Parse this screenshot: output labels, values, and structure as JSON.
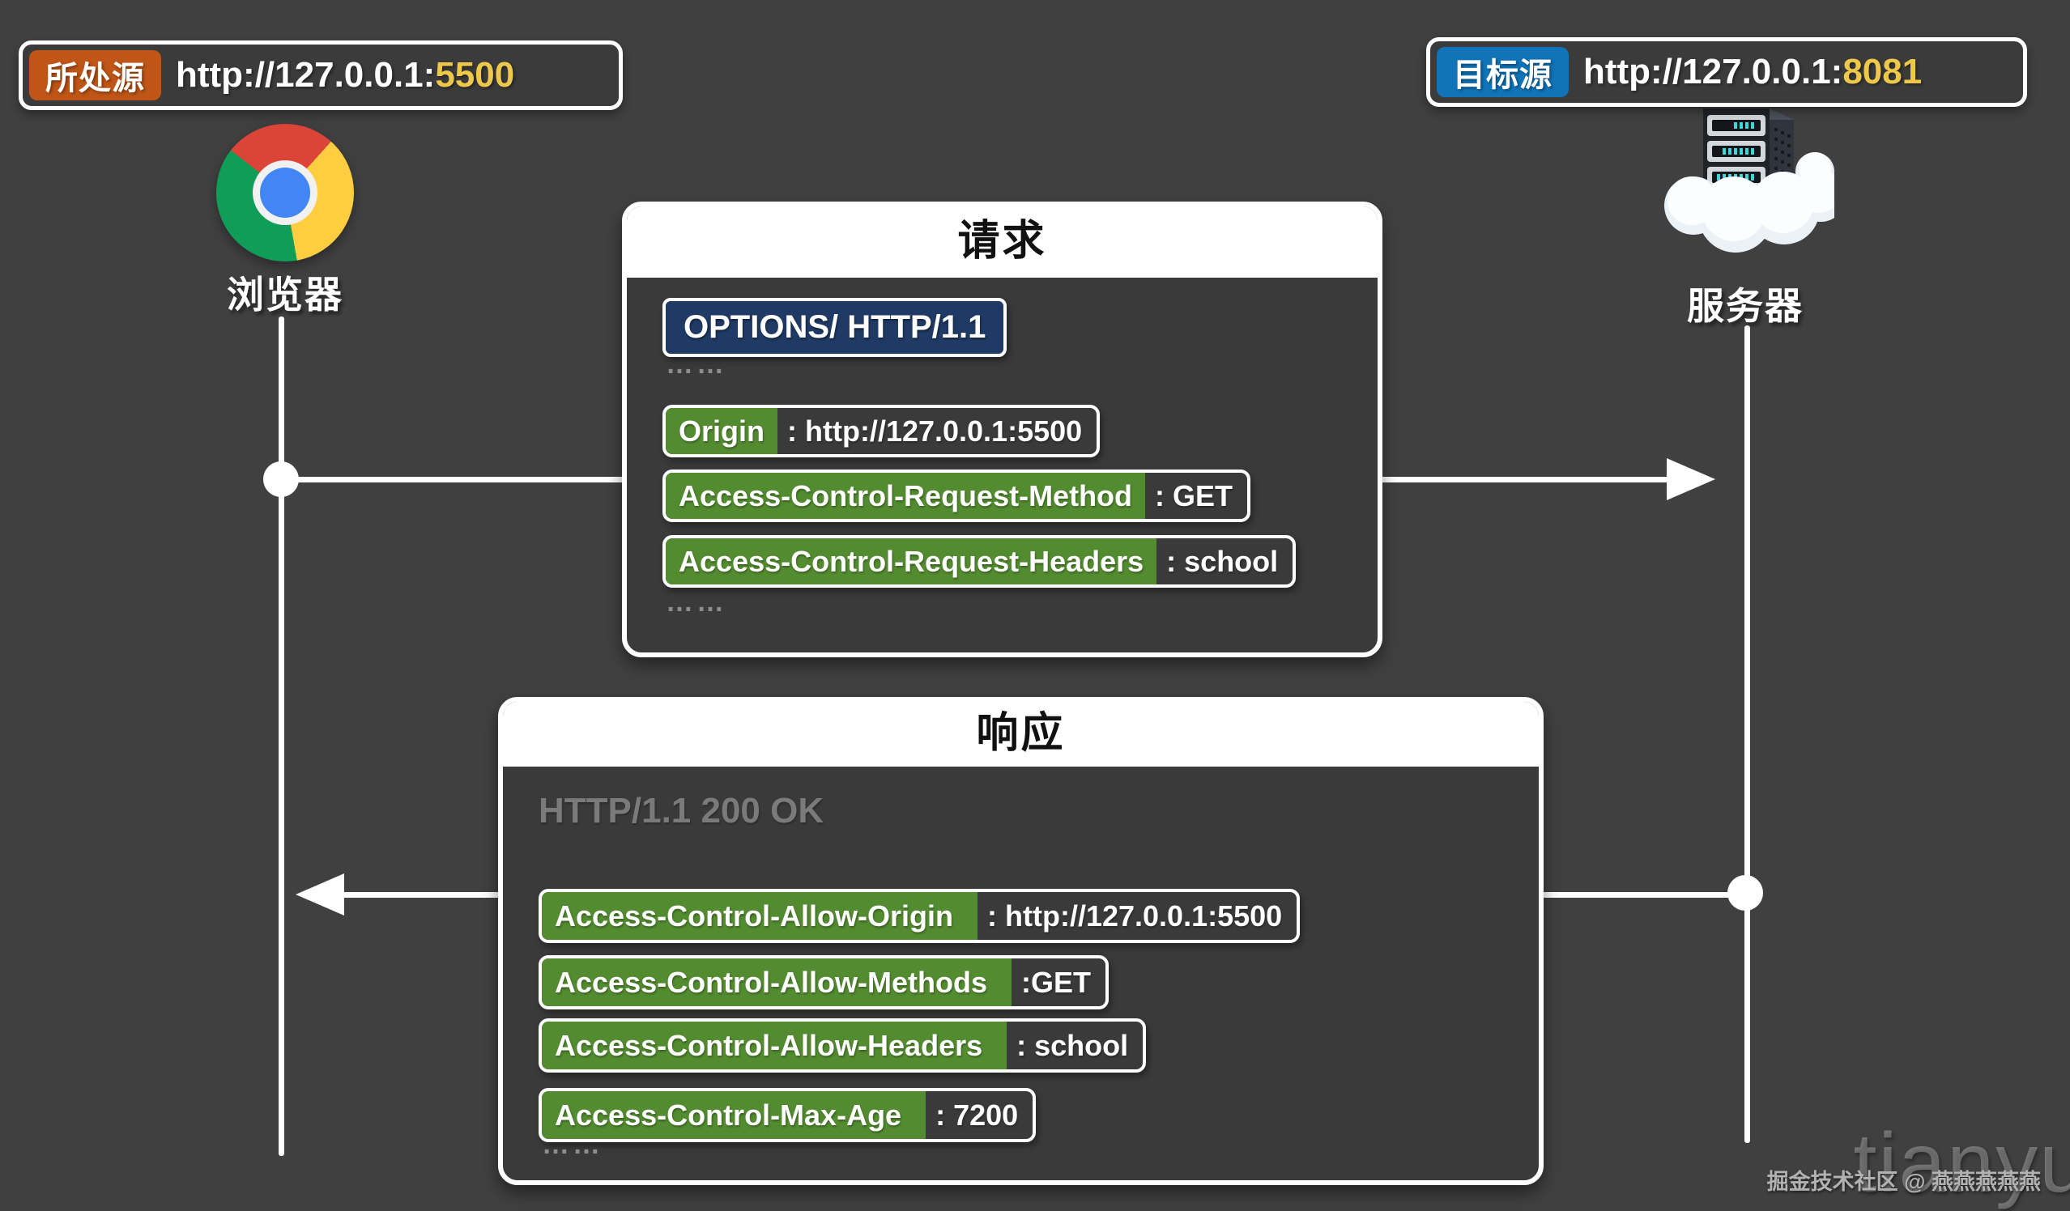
{
  "origin_badge": {
    "tag": "所处源",
    "url_prefix": "http://127.0.0.1:",
    "port": "5500",
    "tag_color": "#bf5517"
  },
  "target_badge": {
    "tag": "目标源",
    "url_prefix": "http://127.0.0.1:",
    "port": "8081",
    "tag_color": "#1173b8"
  },
  "browser": {
    "label": "浏览器"
  },
  "server": {
    "label": "服务器"
  },
  "request_panel": {
    "title": "请求",
    "request_line": "OPTIONS/ HTTP/1.1",
    "ellipsis": "……",
    "headers": [
      {
        "name": "Origin",
        "value": ": http://127.0.0.1:5500"
      },
      {
        "name": "Access-Control-Request-Method",
        "value": ": GET"
      },
      {
        "name": "Access-Control-Request-Headers",
        "value": ": school"
      }
    ]
  },
  "response_panel": {
    "title": "响应",
    "status_line": "HTTP/1.1 200 OK",
    "ellipsis": "……",
    "headers": [
      {
        "name": "Access-Control-Allow-Origin",
        "value": ": http://127.0.0.1:5500"
      },
      {
        "name": "Access-Control-Allow-Methods",
        "value": ":GET"
      },
      {
        "name": "Access-Control-Allow-Headers",
        "value": ": school"
      },
      {
        "name": "Access-Control-Max-Age",
        "value": ": 7200"
      }
    ]
  },
  "watermark": {
    "community": "掘金技术社区 @ 燕燕燕燕燕",
    "big": "tianyu"
  },
  "colors": {
    "background": "#404040",
    "panel_body": "#3a3a3a",
    "green_header": "#538b30",
    "navy_method": "#1f3a64",
    "orange_tag": "#bf5517",
    "blue_tag": "#1173b8",
    "port_yellow": "#eec84b",
    "chrome_red": "#db4437",
    "chrome_yellow": "#ffcd40",
    "chrome_green": "#0f9d58",
    "chrome_blue": "#4285f4",
    "led_teal": "#3fd6db"
  }
}
